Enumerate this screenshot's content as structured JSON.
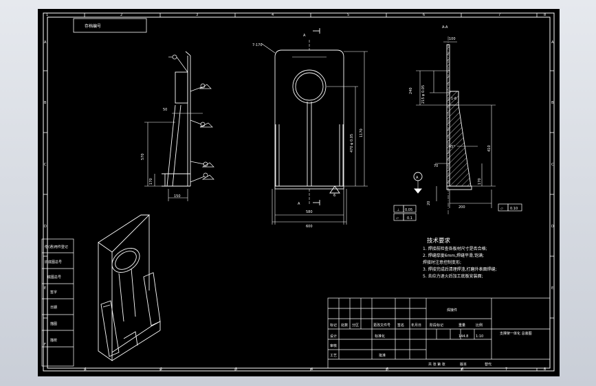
{
  "frame": {
    "top_numbers": [
      "1",
      "2",
      "3",
      "4",
      "5",
      "6",
      "7",
      "8"
    ],
    "bottom_numbers": [
      "1",
      "2",
      "3",
      "4",
      "5",
      "6",
      "7",
      "8"
    ],
    "side_letters": [
      "A",
      "B",
      "C",
      "D",
      "E",
      "F"
    ]
  },
  "corner_label": "存档编号",
  "left_sidebar": [
    "借(通)用件登记",
    "旧底图总号",
    "底图总号",
    "签字",
    "日期",
    "描图",
    "描校"
  ],
  "side_view": {
    "dim_50": "50",
    "dim_570": "570",
    "dim_170": "170",
    "dim_150": "150"
  },
  "front_view": {
    "leader_label": "7-170",
    "dim_1170": "1170",
    "dim_470": "470 φ 0.05",
    "dim_580": "580",
    "dim_600": "600",
    "section_a_top": "A",
    "section_a_bottom": "A",
    "datum_triangle": "6"
  },
  "section_view": {
    "title": "A-A",
    "dim_100": "100",
    "dim_240": "240",
    "dim_215": "215 φ 0.05",
    "dim_410": "410",
    "dim_70": "70",
    "dim_170": "170",
    "dim_20": "20",
    "dim_200": "200",
    "angle_label": "45°",
    "weld_label": "1-6",
    "datum_letter": "A"
  },
  "tolerances": [
    {
      "symbol": "⊥",
      "value": "0.05"
    },
    {
      "symbol": "▱",
      "value": "0.1"
    },
    {
      "symbol": "▱",
      "value": "0.10"
    }
  ],
  "tech_req": {
    "title": "技术要求",
    "lines": [
      "1. 焊接前检查各板材尺寸是否合格;",
      "2. 焊缝厚度6mm,焊缝平滑,饱满;",
      "   焊接时注意控制变形;",
      "3. 焊接完成后清理焊渣,打磨外表面焊缝;",
      "5. 去应力退火后加工底板安装面;"
    ]
  },
  "title_block": {
    "part_name": "焊接件",
    "row_labels": [
      "标记",
      "处数",
      "分区",
      "更改文件号",
      "签名",
      "年月日"
    ],
    "col_labels": [
      "阶段标记",
      "重量",
      "比例"
    ],
    "weight": "144.8",
    "scale": "1:10",
    "drawing_name": "支撑架一体化 总装图",
    "sign_rows": [
      "设计",
      "审核",
      "工艺"
    ],
    "standard_label": "标准化",
    "approve_label": "批准",
    "bottom_texts": [
      "共 张 第 张",
      "版本",
      "替代"
    ]
  }
}
